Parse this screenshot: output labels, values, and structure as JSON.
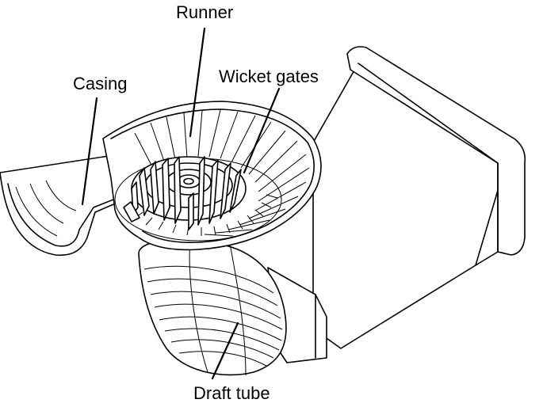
{
  "labels": {
    "runner": "Runner",
    "casing": "Casing",
    "wicket_gates": "Wicket gates",
    "draft_tube": "Draft tube"
  }
}
